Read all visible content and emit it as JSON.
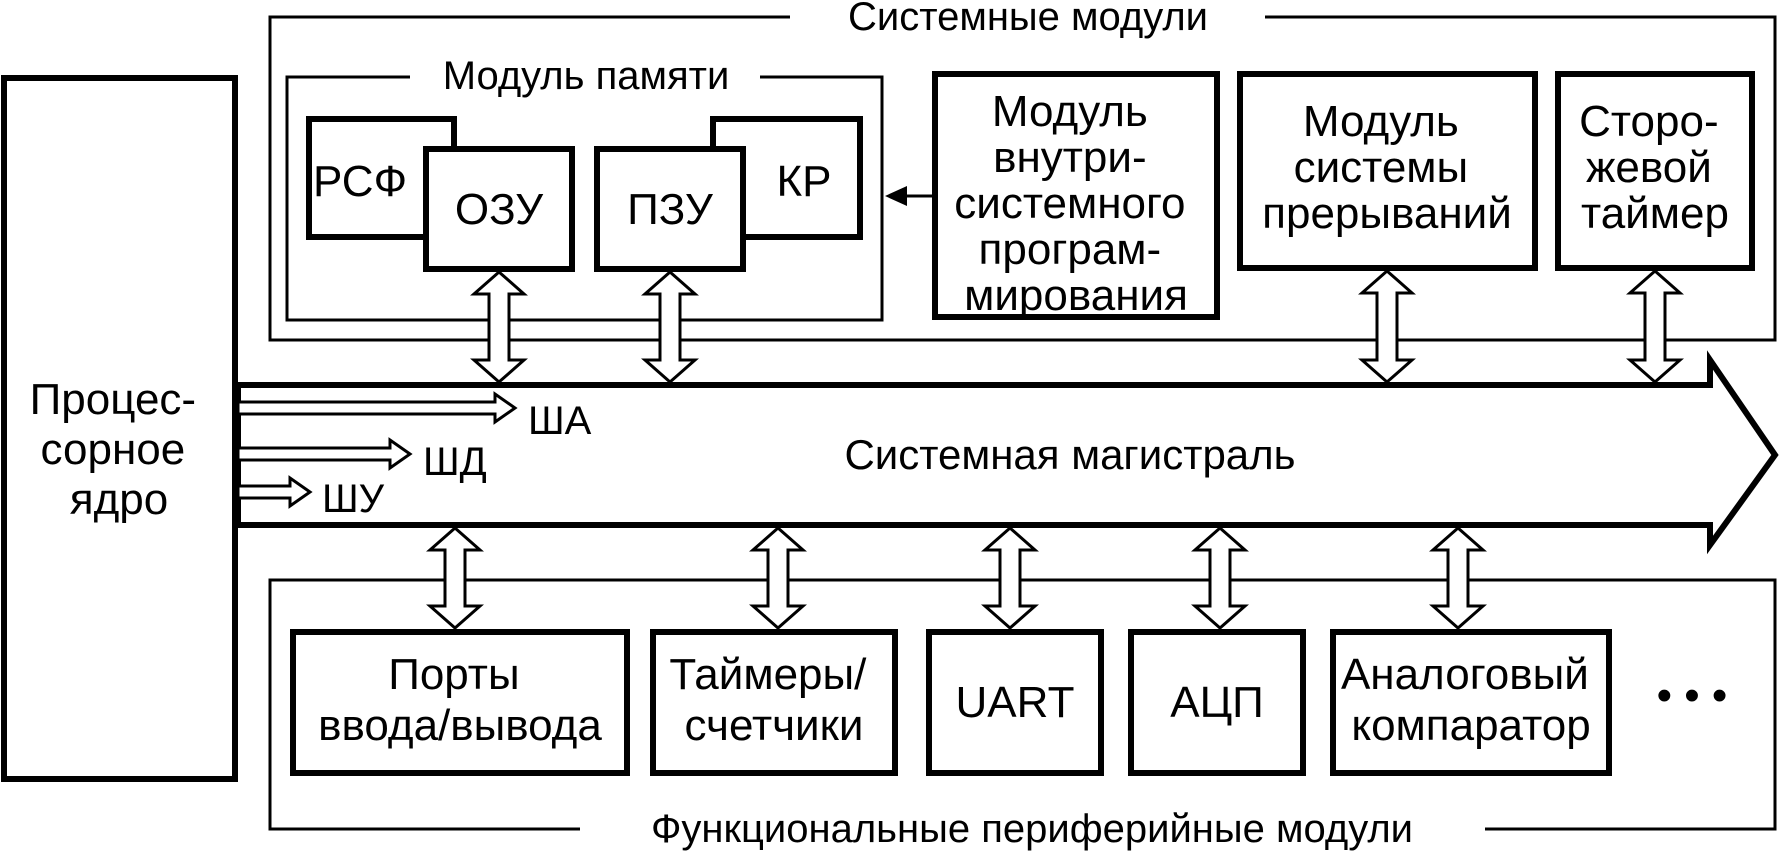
{
  "system_modules_title": "Системные модули",
  "memory_module_title": "Модуль памяти",
  "rsf": "РСФ",
  "ozu": "ОЗУ",
  "pzu": "ПЗУ",
  "kr": "КР",
  "isp_module": [
    "Модуль",
    "внутри-",
    "системного",
    "програм-",
    "мирования"
  ],
  "interrupt_module": [
    "Модуль",
    "системы",
    "прерываний"
  ],
  "watchdog": [
    "Сторо-",
    "жевой",
    "таймер"
  ],
  "cpu_core": [
    "Процес-",
    "сорное",
    "ядро"
  ],
  "system_bus": "Системная магистраль",
  "address_bus": "ША",
  "data_bus": "ШД",
  "control_bus": "ШУ",
  "peripheral_title": "Функциональные периферийные модули",
  "io_ports": [
    "Порты",
    "ввода/вывода"
  ],
  "timers": [
    "Таймеры/",
    "счетчики"
  ],
  "uart": "UART",
  "adc": "АЦП",
  "comparator": [
    "Аналоговый",
    "компаратор"
  ],
  "ellipsis": "• • •"
}
